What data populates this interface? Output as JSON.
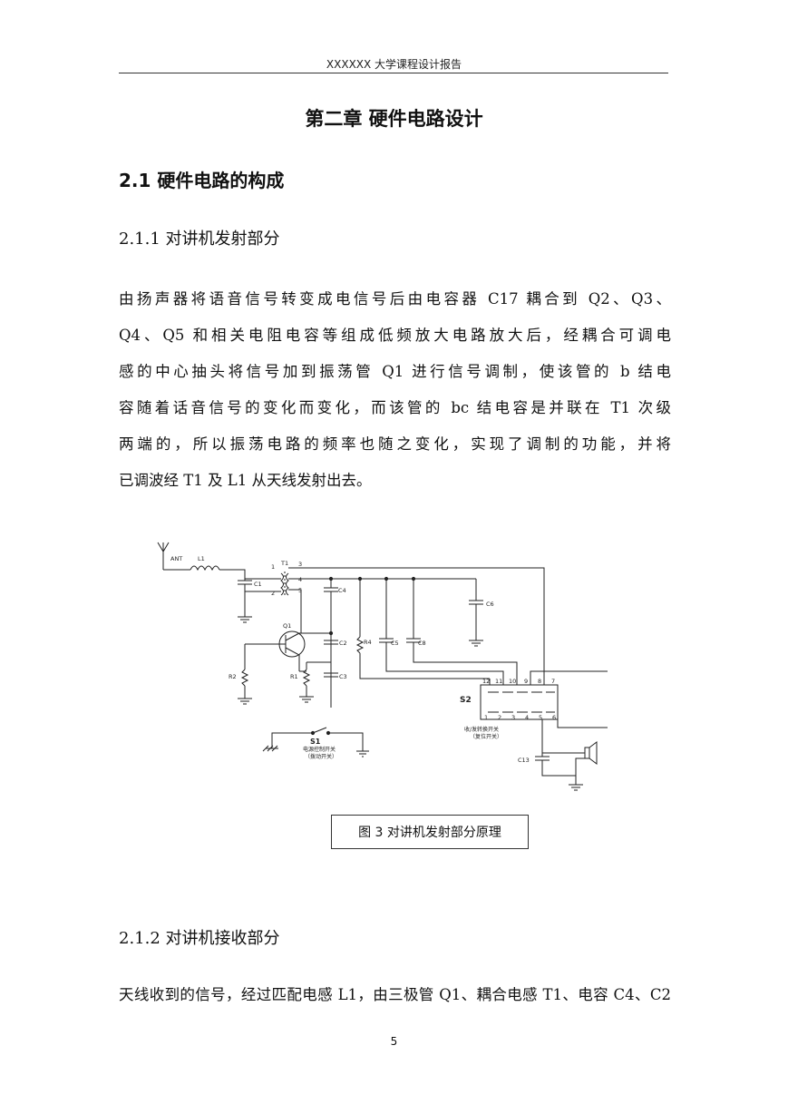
{
  "header": {
    "text": "XXXXXX 大学课程设计报告"
  },
  "chapter_title": "第二章  硬件电路设计",
  "section_2_1": "2.1 硬件电路的构成",
  "section_2_1_1": "2.1.1 对讲机发射部分",
  "paragraph_1": [
    "由扬声器将语音信号转变成电信号后由电容器 C17 耦合到 Q2、Q3、",
    "Q4、Q5 和相关电阻电容等组成低频放大电路放大后，经耦合可调电",
    "感的中心抽头将信号加到振荡管 Q1 进行信号调制，使该管的 b 结电",
    "容随着话音信号的变化而变化，而该管的 bc 结电容是并联在 T1 次级",
    "两端的，所以振荡电路的频率也随之变化，实现了调制的功能，并将",
    "已调波经 T1 及 L1 从天线发射出去。"
  ],
  "circuit": {
    "ant": "ANT",
    "l1": "L1",
    "t1": "T1",
    "t1_pin1": "1",
    "t1_pin2": "2",
    "t1_pin3": "3",
    "t1_pin4": "4",
    "t1_pin5": "5",
    "c1": "C1",
    "c4": "C4",
    "c6": "C6",
    "q1": "Q1",
    "c2": "C2",
    "r4": "R4",
    "c5": "C5",
    "c8": "C8",
    "r2": "R2",
    "r1": "R1",
    "c3": "C3",
    "s2": "S2",
    "s2_top_pins": [
      "12",
      "11",
      "10",
      "9",
      "8",
      "7"
    ],
    "s2_bottom_pins": [
      "1",
      "2",
      "3",
      "4",
      "5",
      "6"
    ],
    "s2_caption_1": "收/发转换开关",
    "s2_caption_2": "（复位开关）",
    "s1": "S1",
    "s1_caption_1": "电源控制开关",
    "s1_caption_2": "（拨动开关）",
    "c13": "C13"
  },
  "figure_caption": "图 3 对讲机发射部分原理",
  "section_2_1_2": "2.1.2 对讲机接收部分",
  "paragraph_2": [
    "天线收到的信号，经过匹配电感 L1，由三极管 Q1、耦合电感 T1、电容 C4、C2"
  ],
  "page_number": "5"
}
